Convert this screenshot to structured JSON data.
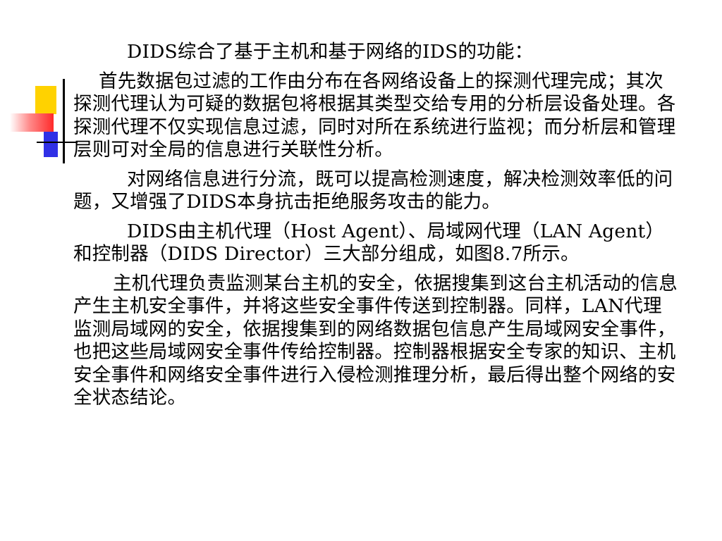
{
  "slide": {
    "paragraphs": [
      {
        "text": "DIDS综合了基于主机和基于网络的IDS的功能："
      },
      {
        "text": "首先数据包过滤的工作由分布在各网络设备上的探测代理完成；其次探测代理认为可疑的数据包将根据其类型交给专用的分析层设备处理。各探测代理不仅实现信息过滤，同时对所在系统进行监视；而分析层和管理层则可对全局的信息进行关联性分析。"
      },
      {
        "text": "对网络信息进行分流，既可以提高检测速度，解决检测效率低的问题，又增强了DIDS本身抗击拒绝服务攻击的能力。"
      },
      {
        "text": "DIDS由主机代理（Host Agent）、局域网代理（LAN Agent）和控制器（DIDS Director）三大部分组成，如图8.7所示。"
      },
      {
        "text": "主机代理负责监测某台主机的安全，依据搜集到这台主机活动的信息产生主机安全事件，并将这些安全事件传送到控制器。同样，LAN代理监测局域网的安全，依据搜集到的网络数据包信息产生局域网安全事件，也把这些局域网安全事件传给控制器。控制器根据安全专家的知识、主机安全事件和网络安全事件进行入侵检测推理分析，最后得出整个网络的安全状态结论。"
      }
    ]
  },
  "colors": {
    "deco_yellow": "#ffd200",
    "deco_red": "#ff2a2a",
    "deco_blue": "#3030e6",
    "text": "#000000",
    "background": "#ffffff"
  }
}
